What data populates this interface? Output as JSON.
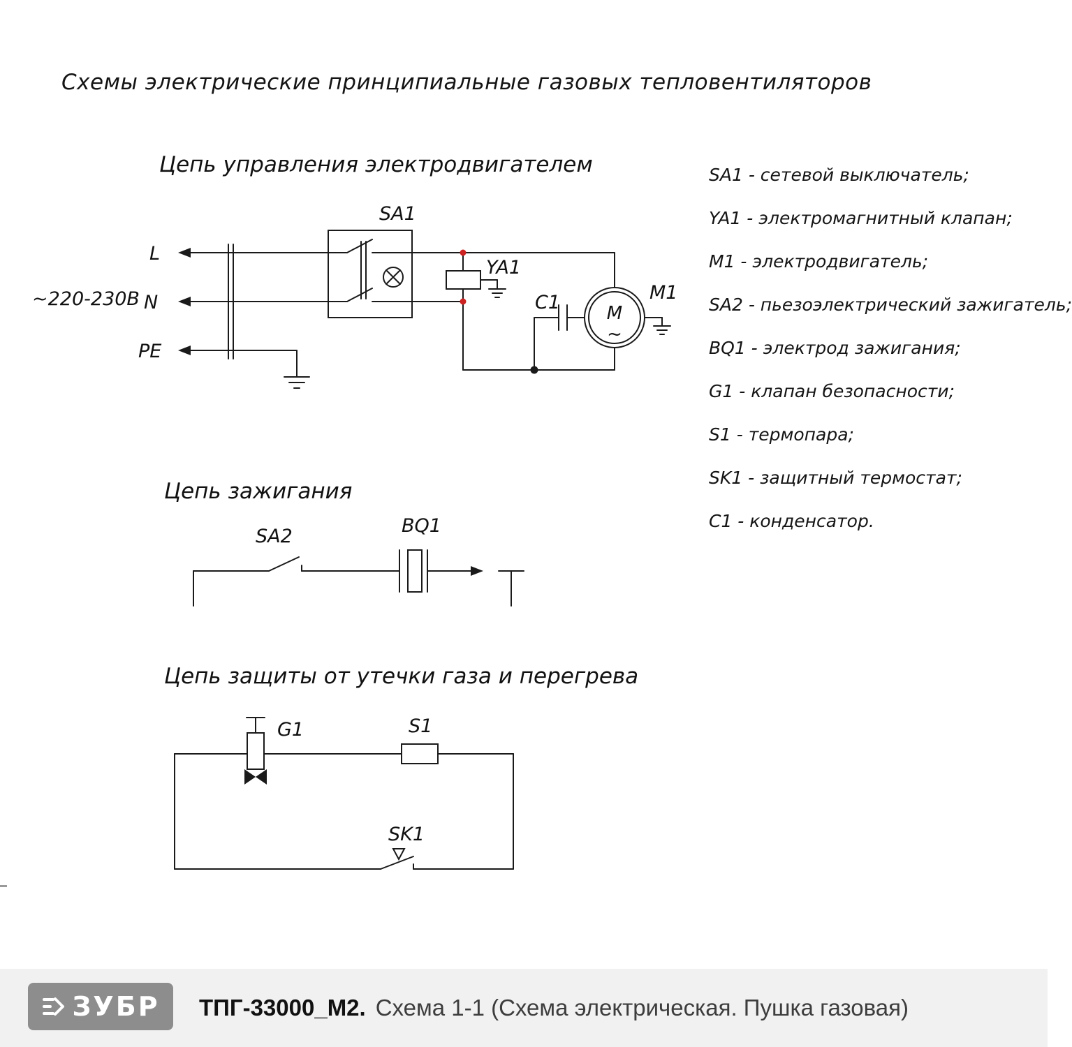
{
  "page": {
    "title": "Схемы электрические принципиальные газовых тепловентиляторов"
  },
  "circuit_control": {
    "title": "Цепь управления электродвигателем",
    "voltage": "~220-230В",
    "line_l": "L",
    "line_n": "N",
    "line_pe": "PE",
    "sa1": "SA1",
    "ya1": "YA1",
    "c1": "C1",
    "m1": "M1",
    "motor_m": "M",
    "motor_tilde": "~"
  },
  "circuit_ignition": {
    "title": "Цепь зажигания",
    "sa2": "SA2",
    "bq1": "BQ1"
  },
  "circuit_protection": {
    "title": "Цепь защиты от утечки газа и перегрева",
    "g1": "G1",
    "s1": "S1",
    "sk1": "SK1"
  },
  "legend": {
    "items": [
      "SA1 - сетевой выключатель;",
      "YA1 - электромагнитный клапан;",
      "M1 - электродвигатель;",
      "SA2 - пьезоэлектрический зажигатель;",
      "BQ1 - электрод зажигания;",
      "G1 - клапан безопасности;",
      "S1 - термопара;",
      "SK1 - защитный термостат;",
      "C1 - конденсатор."
    ]
  },
  "footer": {
    "brand": "ЗУБР",
    "model": "ТПГ-33000_М2.",
    "caption": "Схема 1-1 (Схема электрическая. Пушка газовая)"
  },
  "colors": {
    "line": "#1a1a1a",
    "junction_red": "#cc2222",
    "footer_bg": "#f1f1f1",
    "logo_bg": "#8d8d8d"
  }
}
